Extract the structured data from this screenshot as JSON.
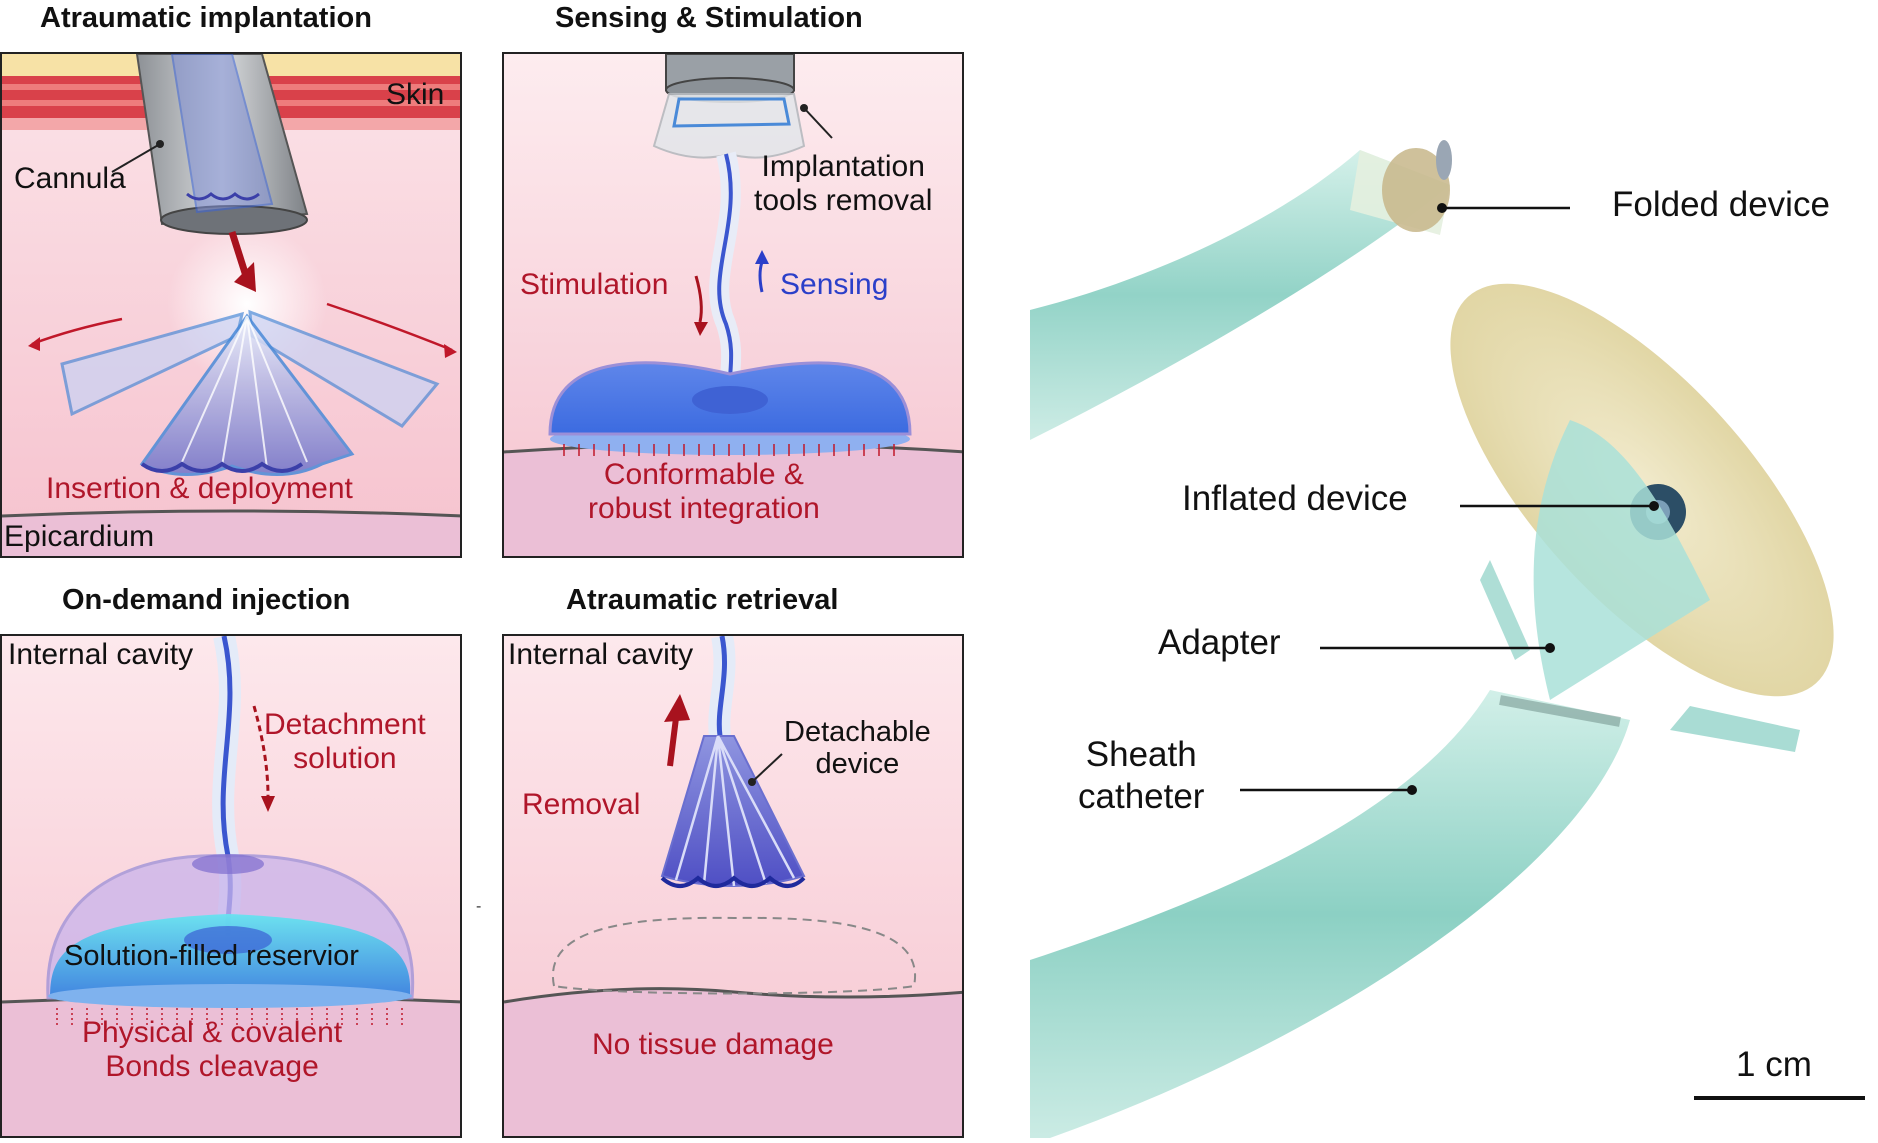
{
  "panels": {
    "implantation": {
      "title": "Atraumatic implantation",
      "skin": "Skin",
      "cannula": "Cannula",
      "caption": "Insertion & deployment",
      "epicardium": "Epicardium"
    },
    "sensing": {
      "title": "Sensing & Stimulation",
      "tools": "Implantation\ntools removal",
      "stimulation": "Stimulation",
      "sensing": "Sensing",
      "caption": "Conformable &\nrobust integration"
    },
    "injection": {
      "title": "On-demand injection",
      "cavity": "Internal cavity",
      "detach": "Detachment\nsolution",
      "reservoir": "Solution-filled reservior",
      "caption": "Physical & covalent\nBonds cleavage"
    },
    "retrieval": {
      "title": "Atraumatic retrieval",
      "cavity": "Internal cavity",
      "device": "Detachable\ndevice",
      "removal": "Removal",
      "caption": "No tissue damage"
    }
  },
  "photo": {
    "folded": "Folded device",
    "inflated": "Inflated device",
    "adapter": "Adapter",
    "sheath": "Sheath\ncatheter",
    "scale": "1 cm"
  },
  "separator": "-",
  "colors": {
    "panel_pink": "#f8d3dc",
    "tissue": "#ebbfd6",
    "accent_red": "#b0162a",
    "accent_blue": "#2b3fc9",
    "catheter_teal": "#9fd8d0"
  }
}
